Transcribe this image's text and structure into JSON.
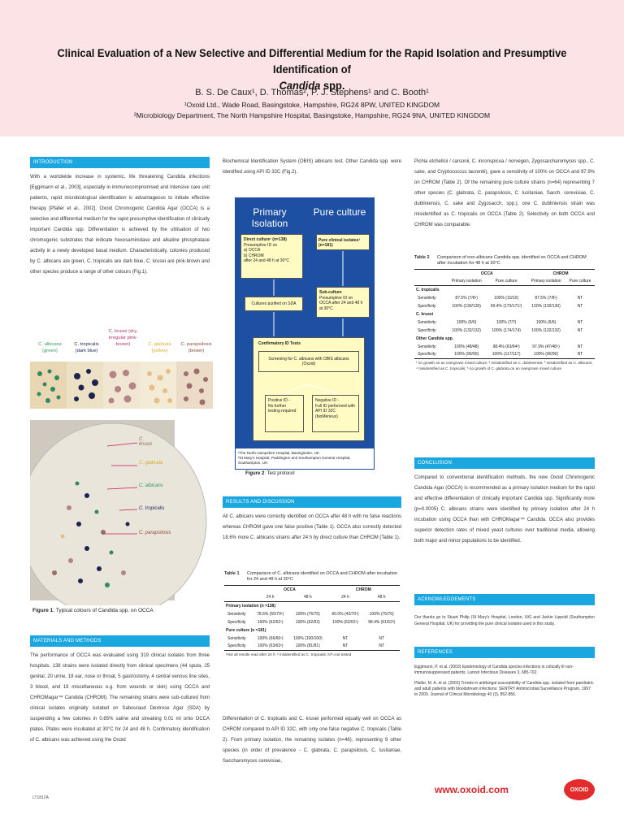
{
  "title": {
    "line1": "Clinical Evaluation of a New Selective and Differential Medium for the Rapid Isolation and Presumptive Identification of",
    "line2_italic": "Candida",
    "line2_rest": " spp."
  },
  "authors": "B. S. De Caux¹, D. Thomas², P. J. Stephens¹ and C. Booth¹",
  "affiliations": [
    "¹Oxoid Ltd., Wade Road, Basingstoke, Hampshire, RG24 8PW, UNITED KINGDOM",
    "²Microbiology Department, The North Hampshire Hospital, Basingstoke, Hampshire, RG24 9NA, UNITED KINGDOM"
  ],
  "intro": {
    "heading": "INTRODUCTION",
    "text": "With a worldwide increase in systemic, life threatening Candida infections [Eggimann et al., 2003], especially in immunocompromised and intensive care unit patients, rapid microbiological identification is advantageous to initiate effective therapy [Pfaller et al., 2002]. Oxoid Chromogenic Candida Agar (OCCA) is a selective and differential medium for the rapid presumptive identification of clinically important Candida spp. Differentiation is achieved by the utilisation of two chromogenic substrates that indicate hexosaminidase and alkaline phosphatase activity in a newly developed basal medium. Characteristically, colonies produced by C. albicans are green, C. tropicalis are dark blue, C. krusei are pink-brown and other species produce a range of other colours (Fig.1)."
  },
  "fig1": {
    "labels": [
      "C. albicans (green)",
      "C. tropicalis (dark blue)",
      "C. krusei (dry, irregular pink-brown)",
      "C. glabrata (yellow)",
      "C. parapsilosis (brown)"
    ],
    "plate_labels": [
      "C. krusei",
      "C. glabrata",
      "C. albicans",
      "C. tropicalis",
      "C. parapsilosis"
    ],
    "caption_b": "Figure 1",
    "caption": ": Typical colours of Candida spp. on OCCA"
  },
  "materials": {
    "heading": "MATERIALS AND METHODS",
    "text": "The performance of OCCA was evaluated using 319 clinical isolates from three hospitals. 138 strains were isolated directly from clinical specimens (44 sputa, 25 genital, 20 urine, 18 ear, nose or throat, 5 gastrostomy, 4 central venous line sites, 3 blood, and 19 miscellaneous e.g. from wounds or skin) using OCCA and CHROMagar™ Candida (CHROM). The remaining strains were sub-cultured from clinical isolates originally isolated on Sabouraud Dextrose Agar (SDA) by suspending a few colonies in 0.85% saline and streaking 0.01 ml onto OCCA plates. Plates were incubated at 30°C for 24 and 48 h. Confirmatory identification of C. albicans was achieved using the Oxoid"
  },
  "col2_top": "Biochemical Identification System (OBIS) albicans test. Other Candida spp. were identified using API ID 32C (Fig.2).",
  "fig2": {
    "primary": "Primary Isolation",
    "pure": "Pure culture",
    "direct": "Direct culture¹ (n=138)",
    "direct_sub": [
      "Presumptive ID on",
      "a) OCCA",
      "b) CHROM",
      "after 24 and 48 h at 30°C"
    ],
    "pure_box": "Pure clinical isolates² (n=181)",
    "cultures": "Cultures purified on SDA",
    "subculture": [
      "Sub-culture",
      "Presumptive ID on",
      "OCCA after 24 and 48 h at 30°C"
    ],
    "confirm": "Confirmatory ID Tests",
    "screen": "Screening for C. albicans with OBIS albicans (Oxoid)",
    "positive": [
      "Positive ID -",
      "No further",
      "testing required"
    ],
    "negative": [
      "Negative ID -",
      "Full ID performed with",
      "API ID 32C (bioMérieux)"
    ],
    "foot1": "¹The North Hampshire Hospital, Basingstoke, UK",
    "foot2": "²St Mary's Hospital, Paddington and Southampton General Hospital, Southampton, UK",
    "caption_b": "Figure 2",
    "caption": ": Test protocol"
  },
  "results": {
    "heading": "RESULTS AND DISCUSSION",
    "text": "All C. albicans were correctly identified on OCCA after 48 h with no false reactions whereas CHROM gave one false positive (Table 1). OCCA also correctly detected 18.6% more C. albicans strains after 24 h by direct culture than CHROM (Table 1)."
  },
  "table1": {
    "label": "Table 1",
    "caption": "Comparison of C. albicans identified on OCCA and CHROM after incubation for 24 and 48 h at 30°C",
    "cols": [
      "OCCA",
      "CHROM"
    ],
    "sub": [
      "24 h",
      "48 h",
      "24 h",
      "48 h"
    ],
    "groups": [
      {
        "name": "Primary isolation (n =138)",
        "rows": [
          {
            "label": "Sensitivity",
            "vals": [
              "78.6% (55/70¹)",
              "100% (76/76)",
              "60.0% (42/70¹)",
              "100% (76/76)"
            ]
          },
          {
            "label": "Specificity",
            "vals": [
              "100% (62/62¹)",
              "100% (62/62)",
              "100% (62/62¹)",
              "98.4% (61/62²)"
            ]
          }
        ]
      },
      {
        "name": "Pure culture (n =181)",
        "rows": [
          {
            "label": "Sensitivity",
            "vals": [
              "100% (66/66¹)",
              "100% (100/100)",
              "NT",
              "NT"
            ]
          },
          {
            "label": "Specificity",
            "vals": [
              "100% (63/63¹)",
              "100% (81/81)",
              "NT",
              "NT"
            ]
          }
        ]
      }
    ],
    "note": "¹Not all results read after 24 h; ² misidentified as C. tropicalis; NT=not tested"
  },
  "col2_bottom": "Differentiation of C. tropicalis and C. krusei performed equally well on OCCA as CHROM compared to API ID 32C, with only one false negative C. tropicalis (Table 2). From primary isolation, the remaining isolates (n=48), representing 9 other species (in order of prevalence - C. glabrata, C. parapsilosis, C. lusitaniae, Saccharomyces cerevisiae,",
  "col3_top": "Pichia etchellsii / carsonii, C. inconspicua / norvegen, Zygosaccharomyces spp., C. sake, and Cryptococcus laurentii), gave a sensitivity of 100% on OCCA and 97.9% on CHROM (Table 2). Of the remaining pure culture strains (n=64) representing 7 other species (C. glabrata, C. parapsilosis, C. lusitaniae, Sacch. cerevisiae, C. dubliniensis, C. sake and Zygosacch. spp.), one C. dubliniensis strain was misidentified as C. tropicalis on OCCA (Table 2). Selectivity on both OCCA and CHROM was comparable.",
  "table2": {
    "label": "Table 2",
    "caption": "Comparison of non-albicans Candida spp. identified on OCCA and CHROM after incubation for 48 h at 30°C",
    "cols": [
      "OCCA",
      "CHROM"
    ],
    "sub": [
      "Primary isolation",
      "Pure culture",
      "Primary isolation",
      "Pure culture"
    ],
    "groups": [
      {
        "name": "C. tropicalis",
        "rows": [
          {
            "label": "Sensitivity",
            "vals": [
              "87.5% (7/8¹)",
              "100% (10/10)",
              "87.5% (7/8¹)",
              "NT"
            ]
          },
          {
            "label": "Specificity",
            "vals": [
              "100% (130/130)",
              "99.4% (170/171²)",
              "100% (130/130)",
              "NT"
            ]
          }
        ]
      },
      {
        "name": "C. krusei",
        "rows": [
          {
            "label": "Sensitivity",
            "vals": [
              "100% (6/6)",
              "100% (7/7)",
              "100% (6/6)",
              "NT"
            ]
          },
          {
            "label": "Specificity",
            "vals": [
              "100% (132/132)",
              "100% (174/174)",
              "100% (132/132)",
              "NT"
            ]
          }
        ]
      },
      {
        "name": "Other Candida spp.",
        "rows": [
          {
            "label": "Sensitivity",
            "vals": [
              "100% (48/48)",
              "98.4% (63/64³)",
              "97.9% (47/48⁴)",
              "NT"
            ]
          },
          {
            "label": "Specificity",
            "vals": [
              "100% (90/90)",
              "100% (117/117)",
              "100% (90/90)",
              "NT"
            ]
          }
        ]
      }
    ],
    "note": "¹ no growth on an overgrown mixed culture; ² misidentified as C. dubliniensis; ³ misidentified as C. albicans; ⁴ misidentified as C. tropicalis; ⁵ no growth of C. glabrata on an overgrown mixed culture"
  },
  "conclusion": {
    "heading": "CONCLUSION",
    "text": "Compared to conventional identification methods, the new Oxoid Chromogenic Candida Agar (OCCA) is recommended as a primary isolation medium for the rapid and effective differentiation of clinically important Candida spp. Significantly more (p=0.0005) C. albicans strains were identified by primary isolation after 24 h incubation using OCCA than with CHROMagar™ Candida. OCCA also provides superior detection rates of mixed yeast cultures over traditional media, allowing both major and minor populations to be identified."
  },
  "ack": {
    "heading": "ACKNOWLEDGEMENTS",
    "text": "Our thanks go to Stuart Philip (St Mary's Hospital, London, UK) and Jackie Lippold (Southampton General Hospital, UK) for providing the pure clinical isolates used in this study."
  },
  "refs": {
    "heading": "REFERENCES",
    "items": [
      "Eggimann, P. et al. (2003) Epidemiology of Candida species infections in critically ill non-immunosuppressed patients. Lancet Infectious Diseases 3, 685-702.",
      "Pfaller, M. A. et al. (2002) Trends in antifungal susceptibility of Candida spp. isolated from paediatric and adult patients with bloodstream infections: SENTRY Antimicrobial Surveillance Program, 1997 to 2000. Journal of Clinical Microbiology 40 (3), 852-856."
    ]
  },
  "footer": {
    "url": "www.oxoid.com",
    "logo": "OXOID",
    "code": "LT1812A"
  },
  "colors": {
    "accent": "#1aa7e0",
    "header_bg": "#fbe3e6",
    "brand_red": "#d9262b",
    "flow_bg": "#1d4fa3",
    "flow_box": "#fffbc2"
  }
}
